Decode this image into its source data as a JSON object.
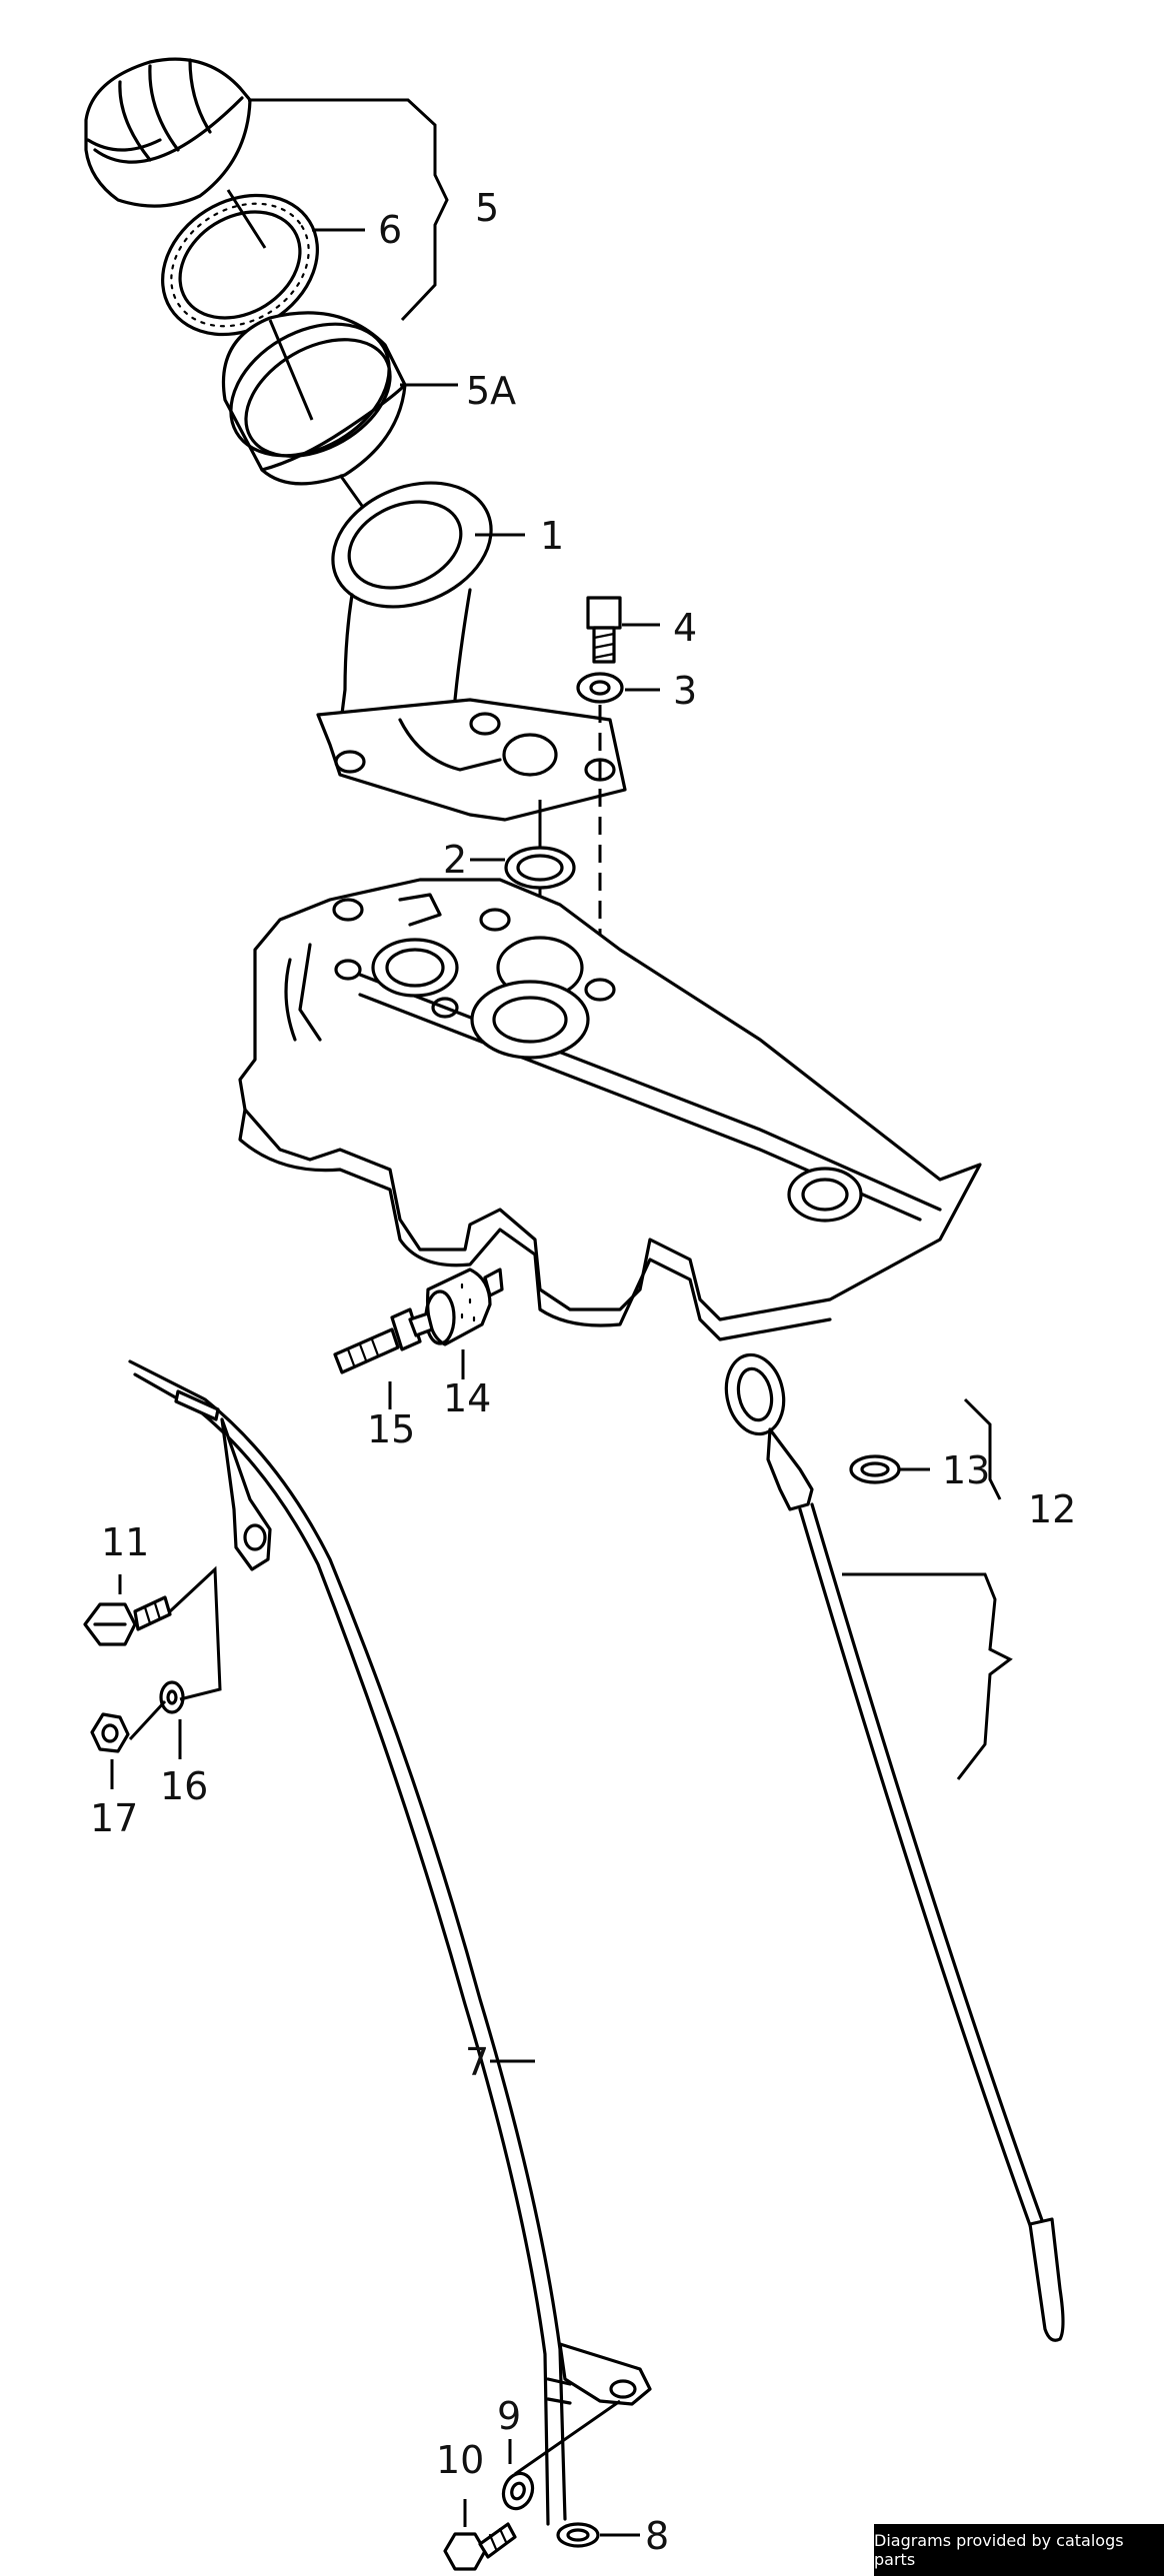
{
  "labels": {
    "p1": "1",
    "p2": "2",
    "p3": "3",
    "p4": "4",
    "p5": "5",
    "p5a": "5A",
    "p6": "6",
    "p7": "7",
    "p8": "8",
    "p9": "9",
    "p10": "10",
    "p11": "11",
    "p12": "12",
    "p13": "13",
    "p14": "14",
    "p15": "15",
    "p16": "16",
    "p17": "17"
  },
  "credit": "Diagrams provided by catalogs parts"
}
